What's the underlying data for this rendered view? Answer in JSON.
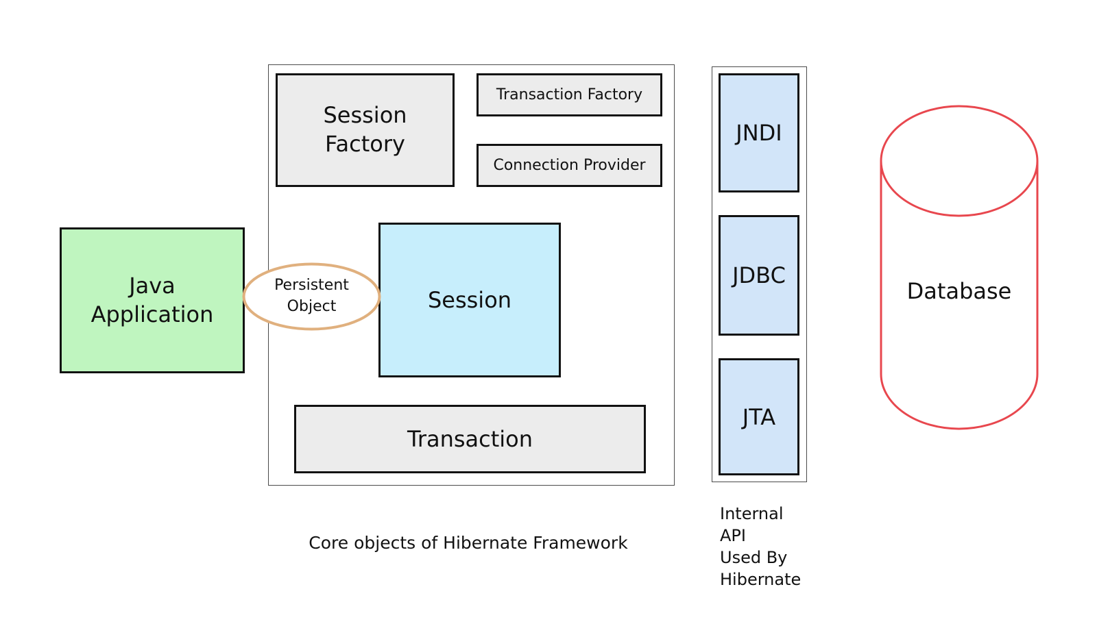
{
  "java_application": {
    "label": "Java\nApplication",
    "color": "#bff5bf"
  },
  "persistent_object": {
    "label": "Persistent\nObject",
    "border_color": "#e0b07e"
  },
  "hibernate_core": {
    "session_factory": "Session\nFactory",
    "transaction_factory": "Transaction Factory",
    "connection_provider": "Connection Provider",
    "session": "Session",
    "transaction": "Transaction",
    "caption": "Core objects of Hibernate Framework"
  },
  "internal_api": {
    "items": [
      "JNDI",
      "JDBC",
      "JTA"
    ],
    "caption": "Internal\nAPI\nUsed By\nHibernate",
    "color": "#d2e5f9"
  },
  "database": {
    "label": "Database",
    "stroke_color": "#e8474e"
  }
}
